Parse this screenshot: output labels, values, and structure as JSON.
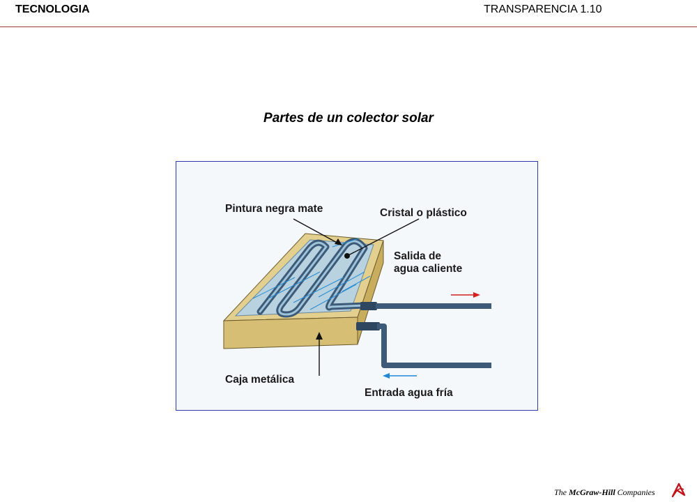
{
  "header": {
    "left": "TECNOLOGIA",
    "right": "TRANSPARENCIA 1.10"
  },
  "title": "Partes de un colector solar",
  "diagram": {
    "labels": {
      "paint": "Pintura negra mate",
      "glass": "Cristal o plástico",
      "outlet_line1": "Salida de",
      "outlet_line2": "agua caliente",
      "box": "Caja metálica",
      "inlet": "Entrada agua fría"
    },
    "colors": {
      "box_top": "#e3cf8e",
      "box_front": "#d6be74",
      "box_side": "#c8ad5e",
      "glass": "#b8d2e0",
      "pipe": "#3d5a78",
      "hot_arrow": "#d42020",
      "cold_arrow": "#1f86d8"
    }
  },
  "footer": {
    "logo_prefix": "The ",
    "logo_brand": "McGraw-Hill",
    "logo_suffix": " Companies"
  }
}
